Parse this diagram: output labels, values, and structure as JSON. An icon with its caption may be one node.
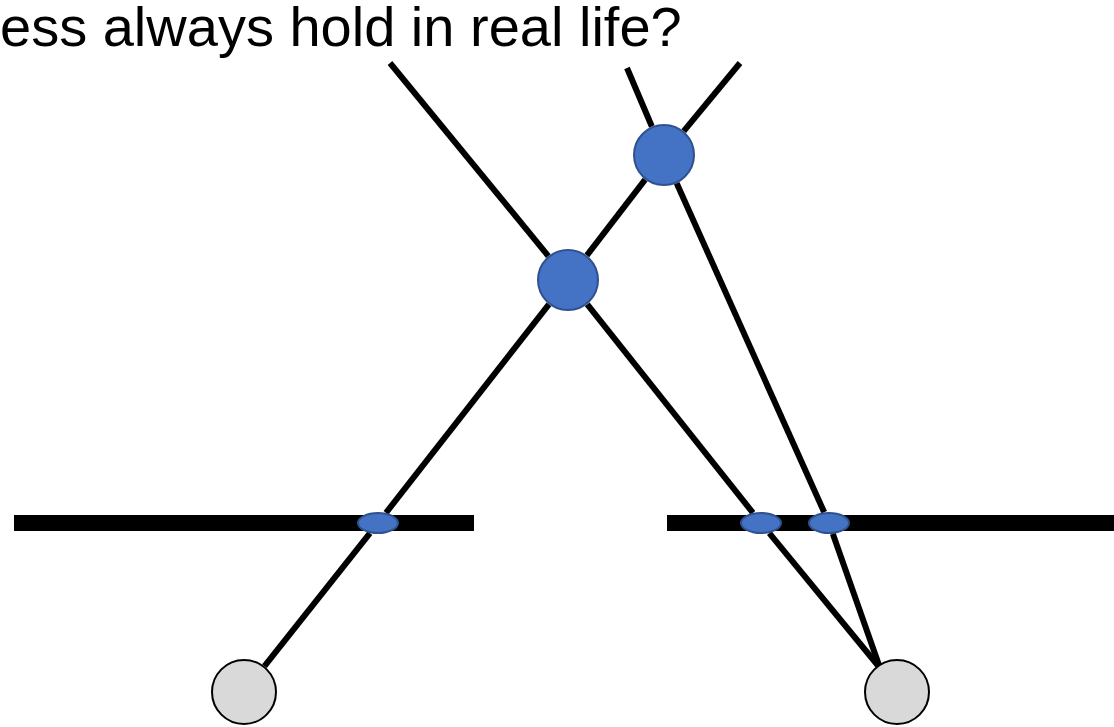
{
  "diagram": {
    "title": "ess always hold in real life?",
    "nodes": [
      {
        "text": [],
        "shape": "circle"
      },
      {
        "text": [],
        "shape": "circle"
      },
      {
        "text": [],
        "shape": "circle"
      },
      {
        "text": [],
        "shape": "circle"
      },
      {
        "text": [],
        "shape": "circle"
      },
      {
        "text": [],
        "shape": "circle"
      },
      {
        "text": [],
        "shape": "circle"
      }
    ],
    "edges": [
      {
        "from": 0,
        "to": 2,
        "arrow": "none"
      },
      {
        "from": 2,
        "to": 5,
        "arrow": "none"
      },
      {
        "from": 5,
        "to": 6,
        "arrow": "none"
      },
      {
        "from": 6,
        "to": null,
        "arrow": "none"
      },
      {
        "from": 1,
        "to": 3,
        "arrow": "none"
      },
      {
        "from": 3,
        "to": 5,
        "arrow": "none"
      },
      {
        "from": 5,
        "to": null,
        "arrow": "none"
      },
      {
        "from": 1,
        "to": 4,
        "arrow": "none"
      },
      {
        "from": 4,
        "to": 6,
        "arrow": "none"
      },
      {
        "from": 6,
        "to": null,
        "arrow": "none"
      }
    ]
  }
}
